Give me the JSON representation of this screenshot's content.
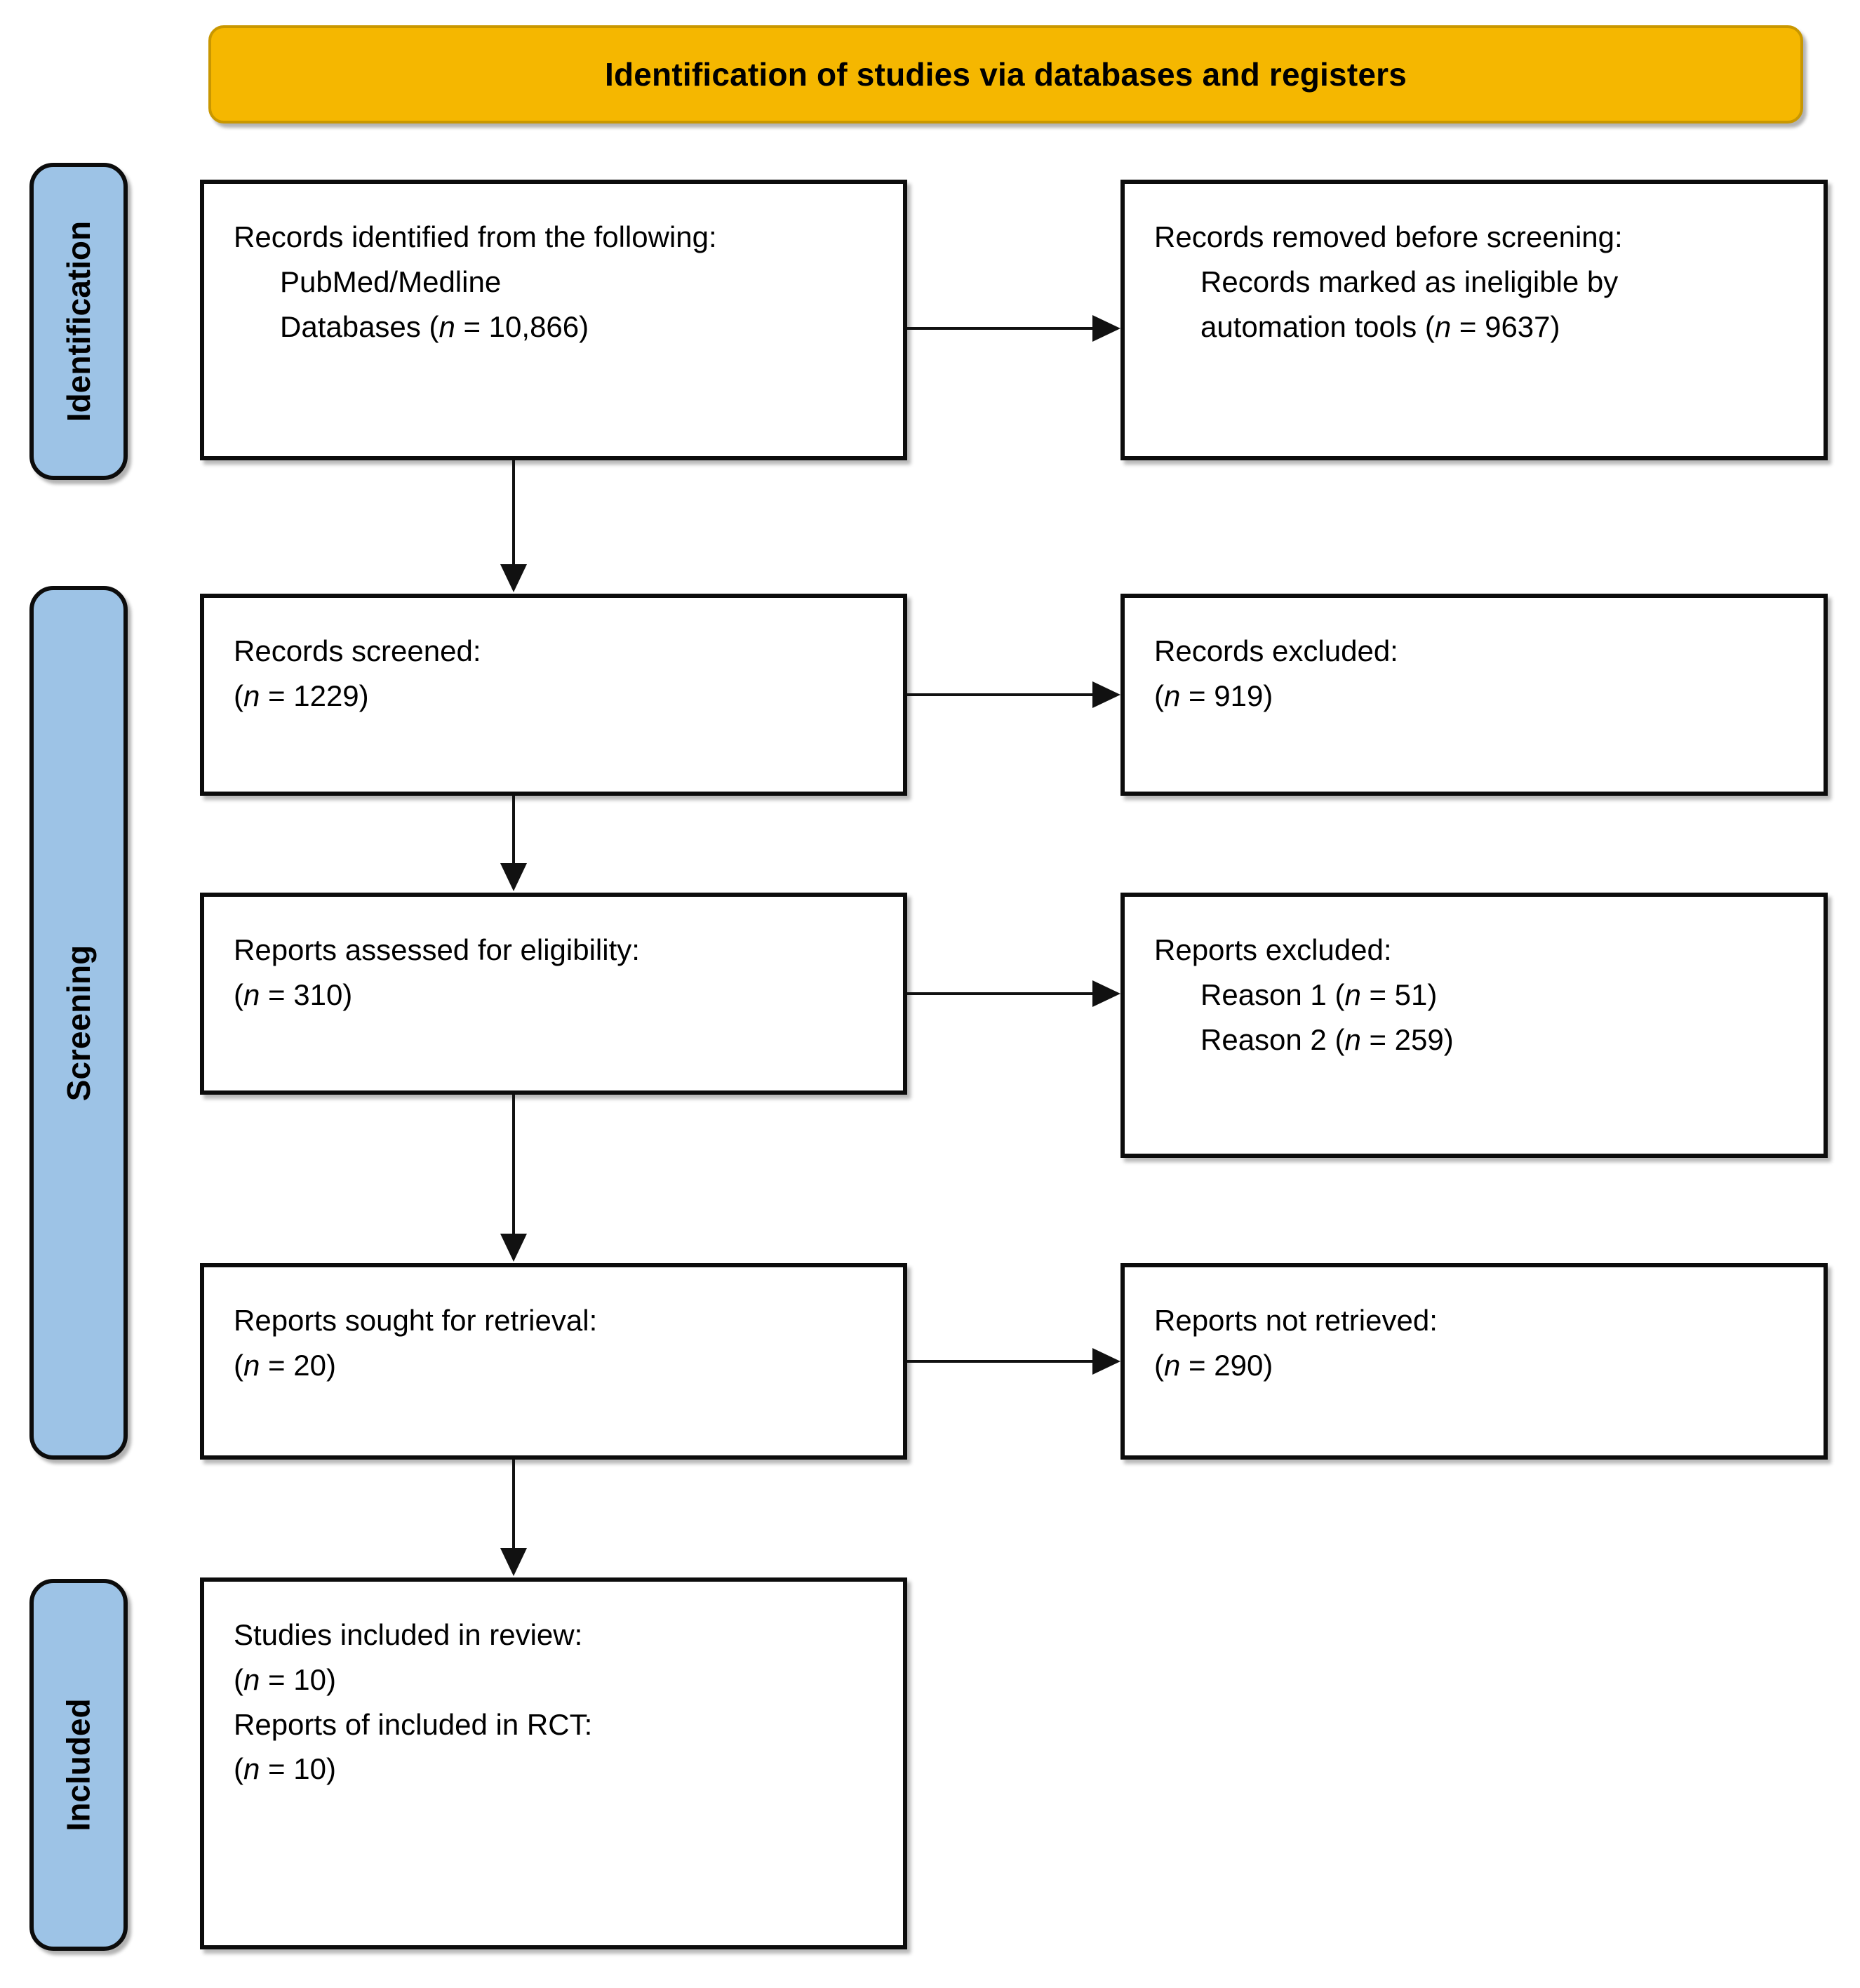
{
  "banner": {
    "title": "Identification of studies via databases and registers",
    "color": "#F5B700"
  },
  "rails": {
    "identification": "Identification",
    "screening": "Screening",
    "included": "Included",
    "color": "#9DC3E6"
  },
  "boxes": {
    "identified": {
      "line1": "Records identified from the following:",
      "line2": "PubMed/Medline",
      "line3_prefix": "Databases (",
      "line3_italic": "n",
      "line3_suffix": " = 10,866)"
    },
    "removed": {
      "line1": "Records removed before screening:",
      "line2": "Records marked as ineligible by",
      "line3_prefix": "automation tools (",
      "line3_italic": "n",
      "line3_suffix": " = 9637)"
    },
    "screened": {
      "line1": "Records screened:",
      "line2_prefix": "(",
      "line2_italic": "n",
      "line2_suffix": " = 1229)"
    },
    "records_excluded": {
      "line1": "Records excluded:",
      "line2_prefix": "(",
      "line2_italic": "n",
      "line2_suffix": " = 919)"
    },
    "eligibility": {
      "line1": "Reports assessed for eligibility:",
      "line2_prefix": "(",
      "line2_italic": "n",
      "line2_suffix": " = 310)"
    },
    "reports_excluded": {
      "line1": "Reports excluded:",
      "line2_prefix": "Reason 1 (",
      "line2_italic": "n",
      "line2_suffix": " = 51)",
      "line3_prefix": "Reason 2 (",
      "line3_italic": "n",
      "line3_suffix": " = 259)"
    },
    "sought": {
      "line1": "Reports sought for retrieval:",
      "line2_prefix": "(",
      "line2_italic": "n",
      "line2_suffix": " = 20)"
    },
    "not_retrieved": {
      "line1": "Reports not retrieved:",
      "line2_prefix": "(",
      "line2_italic": "n",
      "line2_suffix": " = 290)"
    },
    "included": {
      "line1": "Studies included in review:",
      "line2_prefix": "(",
      "line2_italic": "n",
      "line2_suffix": " = 10)",
      "line3": "Reports of included in RCT:",
      "line4_prefix": "(",
      "line4_italic": "n",
      "line4_suffix": " = 10)"
    }
  },
  "chart_data": {
    "type": "diagram",
    "title": "Identification of studies via databases and registers",
    "stages": [
      {
        "stage": "Identification",
        "included_box": {
          "label": "Records identified from the following: PubMed/Medline Databases",
          "n": 10866
        },
        "excluded_box": {
          "label": "Records removed before screening: Records marked as ineligible by automation tools",
          "n": 9637
        }
      },
      {
        "stage": "Screening",
        "included_box": {
          "label": "Records screened",
          "n": 1229
        },
        "excluded_box": {
          "label": "Records excluded",
          "n": 919
        }
      },
      {
        "stage": "Screening",
        "included_box": {
          "label": "Reports assessed for eligibility",
          "n": 310
        },
        "excluded_box": {
          "label": "Reports excluded",
          "reasons": [
            {
              "label": "Reason 1",
              "n": 51
            },
            {
              "label": "Reason 2",
              "n": 259
            }
          ]
        }
      },
      {
        "stage": "Screening",
        "included_box": {
          "label": "Reports sought for retrieval",
          "n": 20
        },
        "excluded_box": {
          "label": "Reports not retrieved",
          "n": 290
        }
      },
      {
        "stage": "Included",
        "included_box": {
          "labels": [
            {
              "label": "Studies included in review",
              "n": 10
            },
            {
              "label": "Reports of included in RCT",
              "n": 10
            }
          ]
        }
      }
    ]
  }
}
